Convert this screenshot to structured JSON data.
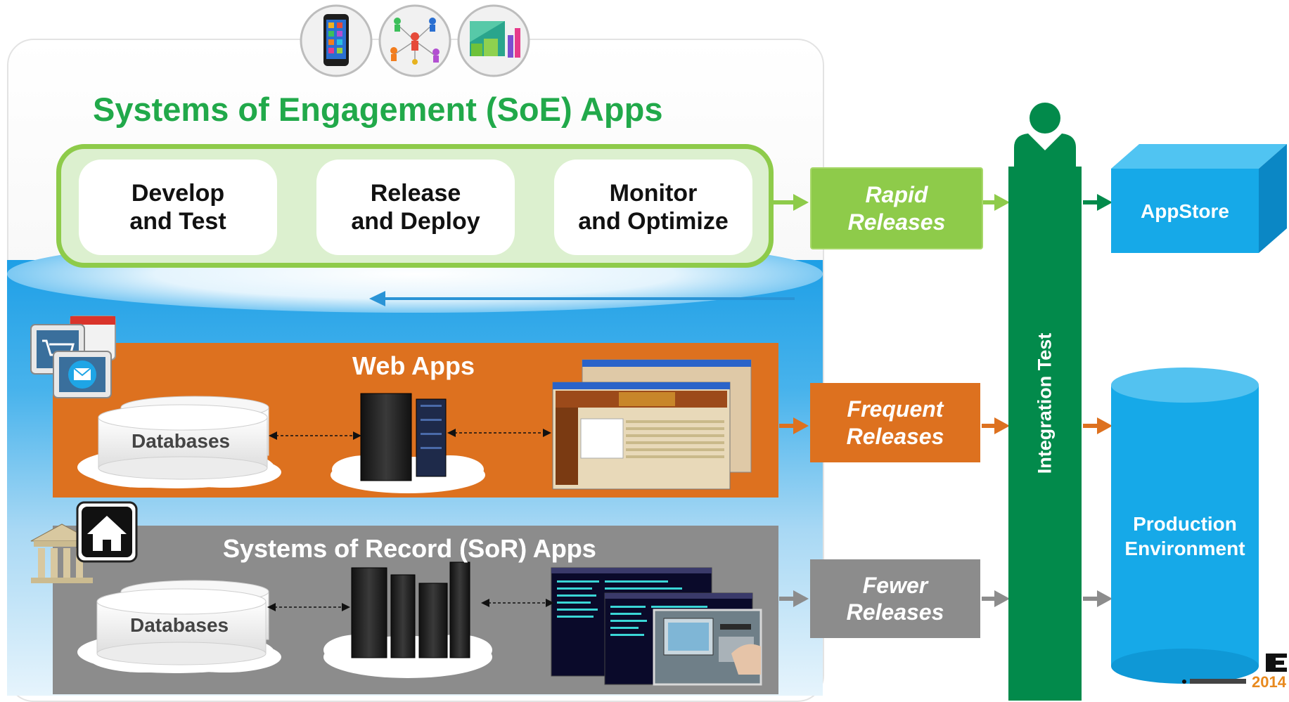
{
  "soe": {
    "title": "Systems of Engagement (SoE) Apps",
    "steps": [
      "Develop\nand Test",
      "Release\nand Deploy",
      "Monitor\nand Optimize"
    ]
  },
  "web": {
    "title": "Web Apps",
    "db_label": "Databases"
  },
  "sor": {
    "title": "Systems of Record (SoR) Apps",
    "db_label": "Databases"
  },
  "releases": {
    "rapid": "Rapid\nReleases",
    "frequent": "Frequent\nReleases",
    "fewer": "Fewer\nReleases"
  },
  "integration_test": "Integration Test",
  "appstore": "AppStore",
  "production": "Production\nEnvironment",
  "footer_year": "2014",
  "colors": {
    "soe_green": "#21a94a",
    "release_green": "#8ecb4a",
    "web_orange": "#dd711f",
    "sor_gray": "#8c8c8c",
    "pillar_green": "#028a4b",
    "target_blue": "#16a9e8"
  },
  "icons": [
    "smartphone-apps-icon",
    "social-network-icon",
    "analytics-cubes-icon",
    "shopping-cart-email-icon",
    "bank-building-icon",
    "mainframe-server-icon",
    "user-icon",
    "sync-cycle-icon",
    "atm-icon"
  ]
}
